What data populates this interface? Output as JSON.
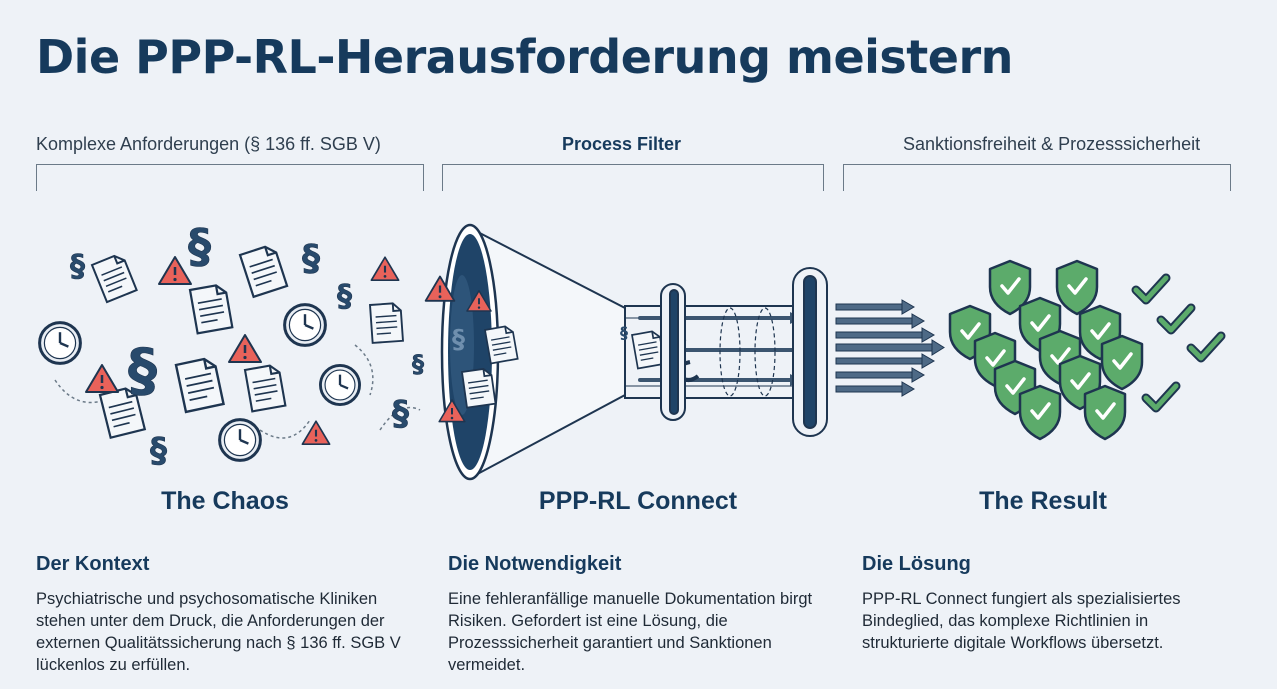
{
  "title": "Die PPP-RL-Herausforderung meistern",
  "stages": [
    {
      "label": "Komplexe Anforderungen (§ 136 ff. SGB V)",
      "heading": "The Chaos",
      "sub_heading": "Der Kontext",
      "text": "Psychiatrische und psychosomatische Kliniken stehen unter dem Druck, die Anforderungen der externen Qualitätssicherung nach § 136 ff. SGB V lückenlos zu erfüllen."
    },
    {
      "label": "Process Filter",
      "heading": "PPP-RL Connect",
      "sub_heading": "Die Notwendigkeit",
      "text": "Eine fehleranfällige manuelle Dokumentation birgt Risiken. Gefordert ist eine Lösung, die Prozesssicherheit garantiert und Sanktionen vermeidet."
    },
    {
      "label": "Sanktionsfreiheit & Prozesssicherheit",
      "heading": "The Result",
      "sub_heading": "Die Lösung",
      "text": "PPP-RL Connect fungiert als spezialisiertes Bindeglied, das komplexe Richtlinien in strukturierte digitale Workflows übersetzt."
    }
  ],
  "icons": {
    "paragraph_glyph": "§",
    "warning_glyph": "!"
  },
  "colors": {
    "navy": "#163a5c",
    "warning_red": "#e8625a",
    "shield_green": "#5cab6b",
    "check_green": "#4f9e5e"
  }
}
